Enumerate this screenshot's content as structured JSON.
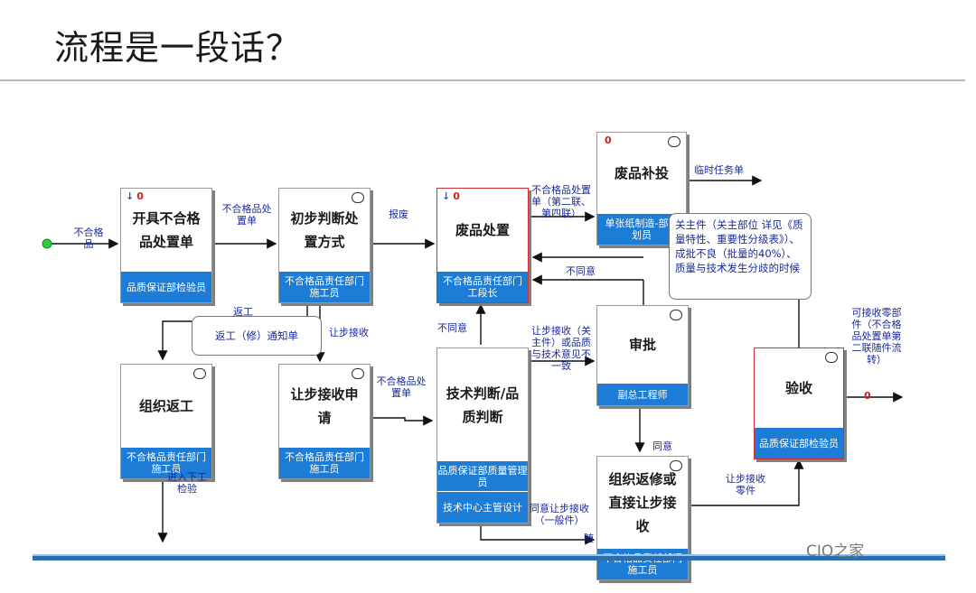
{
  "title": "流程是一段话？",
  "boxes": {
    "open_form": {
      "name": "开具不合格品处置单",
      "role": "品质保证部检验员"
    },
    "initial_judge": {
      "name": "初步判断处置方式",
      "role": "不合格品责任部门施工员"
    },
    "scrap": {
      "name": "废品处置",
      "role": "不合格品责任部门工段长"
    },
    "replenish": {
      "name": "废品补投",
      "role": "单张纸制造-部计划员"
    },
    "approve": {
      "name": "审批",
      "role": "副总工程师"
    },
    "rework": {
      "name": "组织返工",
      "role": "不合格品责任部门施工员"
    },
    "concession_apply": {
      "name": "让步接收申请",
      "role": "不合格品责任部门施工员"
    },
    "tech_judge": {
      "name": "技术判断/品质判断",
      "role": "品质保证部质量管理员",
      "role2": "技术中心主管设计"
    },
    "organize_repair": {
      "name": "组织返修或直接让步接收",
      "role": "不合格品责任部门施工员"
    },
    "inspect": {
      "name": "验收",
      "role": "品质保证部检验员"
    }
  },
  "labels": {
    "nonconforming": "不合格品",
    "form1": "不合格品处置单",
    "scrap_action": "报废",
    "form_copies": "不合格品处置单（第二联、第四联）",
    "temp_task": "临时任务单",
    "disagree1": "不同意",
    "rework_label": "返工",
    "concession": "让步接收",
    "disagree2": "不同意",
    "form2": "不合格品处置单",
    "concession_key": "让步接收（关主件）或品质与技术意见不一致",
    "agree": "同意",
    "agree_general": "同意让步接收（一般件）",
    "concession_parts": "让步接收零件",
    "accept_parts": "可接收零部件（不合格品处置单第二联随件流转）",
    "enter_next": "进入下工检验",
    "partial": "随"
  },
  "callouts": {
    "rework_notice": "返工（修）通知单",
    "key_parts": "关主件（关主部位 详见《质量特性、重要性分级表》）、成批不良（批量的40%）、质量与技术发生分歧的时候"
  },
  "watermark": "CIO之家",
  "colors": {
    "role_fill": "#1c7cd6",
    "label_text": "#1a2a9a",
    "start_node": "#2ecc40",
    "highlight_border": "#d03030"
  }
}
